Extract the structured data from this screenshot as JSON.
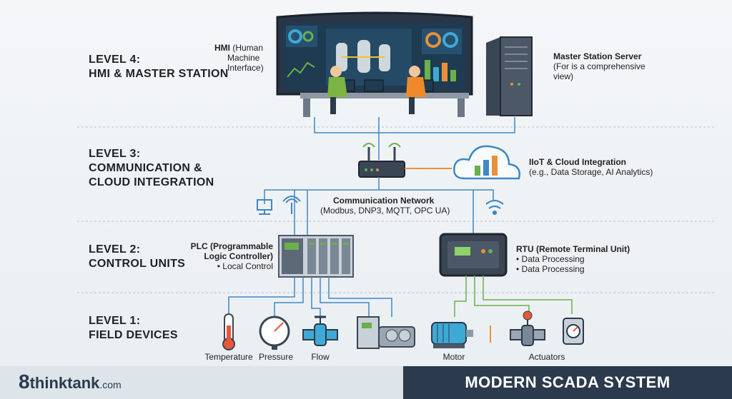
{
  "levels": {
    "l4": [
      "LEVEL 4:",
      "HMI & MASTER STATION"
    ],
    "l3": [
      "LEVEL 3:",
      "COMMUNICATION &",
      "CLOUD INTEGRATION"
    ],
    "l2": [
      "LEVEL 2:",
      "CONTROL UNITS"
    ],
    "l1": [
      "LEVEL 1:",
      "FIELD DEVICES"
    ]
  },
  "hmi": {
    "title": "HMI",
    "desc1": "(Human",
    "desc2": "Machine",
    "desc3": "Interface)"
  },
  "master": {
    "title": "Master Station Server",
    "desc1": "(For is a comprehensive",
    "desc2": "view)"
  },
  "cloud": {
    "title": "IIoT & Cloud Integration",
    "desc": "(e.g., Data Storage, AI Analytics)"
  },
  "network": {
    "title": "Communication Network",
    "desc": "(Modbus, DNP3, MQTT, OPC UA)"
  },
  "plc": {
    "title1": "PLC (Programmable",
    "title2": "Logic Controller)",
    "bullet": "• Local Control"
  },
  "rtu": {
    "title": "RTU",
    "title_rest": "(Remote Terminal Unit)",
    "bullet1": "• Data Processing",
    "bullet2": "• Data Processing"
  },
  "devices": {
    "temperature": "Temperature",
    "pressure": "Pressure",
    "flow": "Flow",
    "motor": "Motor",
    "actuators": "Actuators"
  },
  "footer": {
    "brand": "thinktank",
    "brand_suffix": ".com",
    "brand_mark": "8",
    "title": "MODERN SCADA SYSTEM ARCHITECTURE"
  },
  "colors": {
    "line_blue": "#3f88c5",
    "line_green": "#6ab04c",
    "line_orange": "#e8913a",
    "dark": "#2b3a4d"
  }
}
